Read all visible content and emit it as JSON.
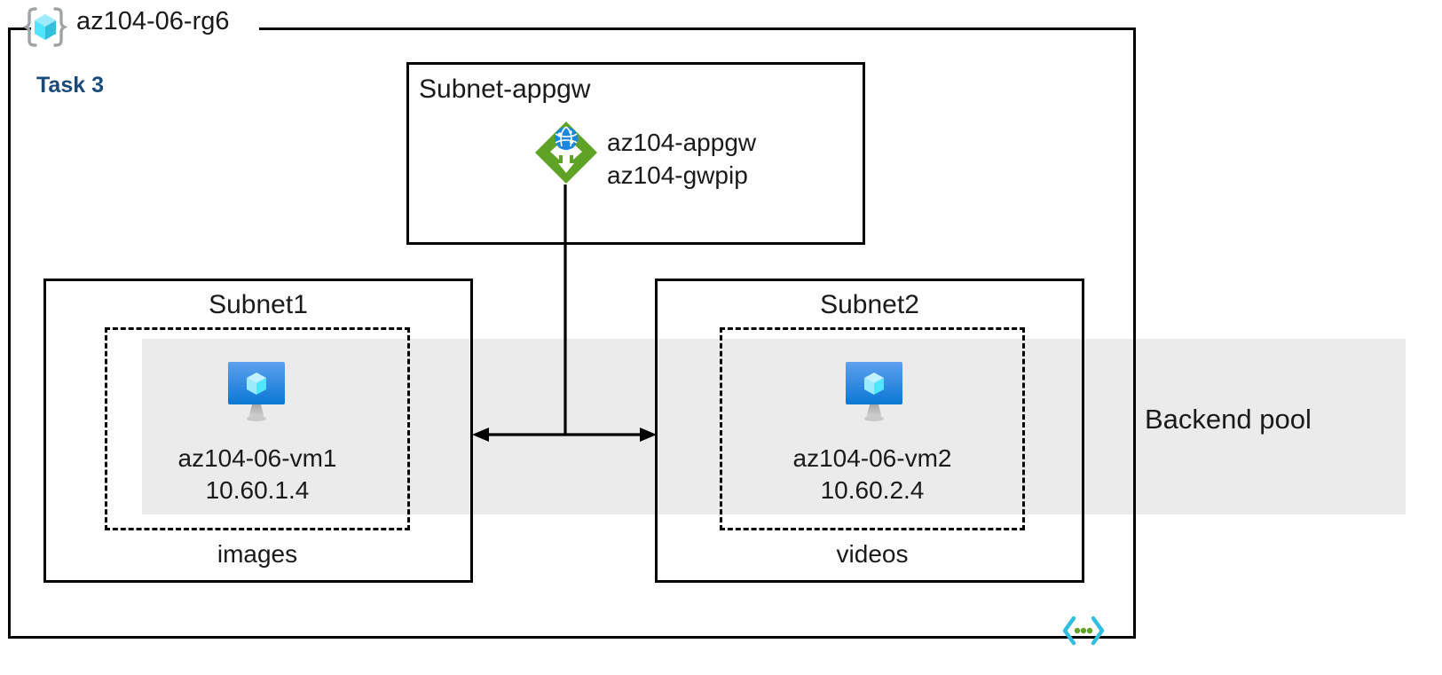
{
  "diagram": {
    "resource_group": {
      "name": "az104-06-rg6",
      "icon": "resource-group-cube-icon"
    },
    "task_label": "Task 3",
    "backend_pool": {
      "label": "Backend pool",
      "fill_color": "#ebebeb"
    },
    "subnets": [
      {
        "id": "subnet-appgw",
        "title": "Subnet-appgw",
        "title_align": "left",
        "resources": [
          {
            "icon": "application-gateway-icon",
            "labels": [
              "az104-appgw",
              "az104-gwpip"
            ]
          }
        ]
      },
      {
        "id": "subnet1",
        "title": "Subnet1",
        "title_align": "center",
        "vm": {
          "icon": "virtual-machine-icon",
          "name": "az104-06-vm1",
          "ip": "10.60.1.4"
        },
        "storage_label": "images"
      },
      {
        "id": "subnet2",
        "title": "Subnet2",
        "title_align": "center",
        "vm": {
          "icon": "virtual-machine-icon",
          "name": "az104-06-vm2",
          "ip": "10.60.2.4"
        },
        "storage_label": "videos"
      }
    ],
    "footer_icon": "code-brackets-icon",
    "colors": {
      "accent_task": "#1b4a7a",
      "gateway_green": "#5ea226",
      "vm_blue": "#1b87dd",
      "cube_cyan": "#50e6ff",
      "band_gray": "#ebebeb",
      "line_black": "#000000",
      "code_icon_cyan": "#32bedd",
      "code_icon_green": "#5ea226"
    }
  }
}
